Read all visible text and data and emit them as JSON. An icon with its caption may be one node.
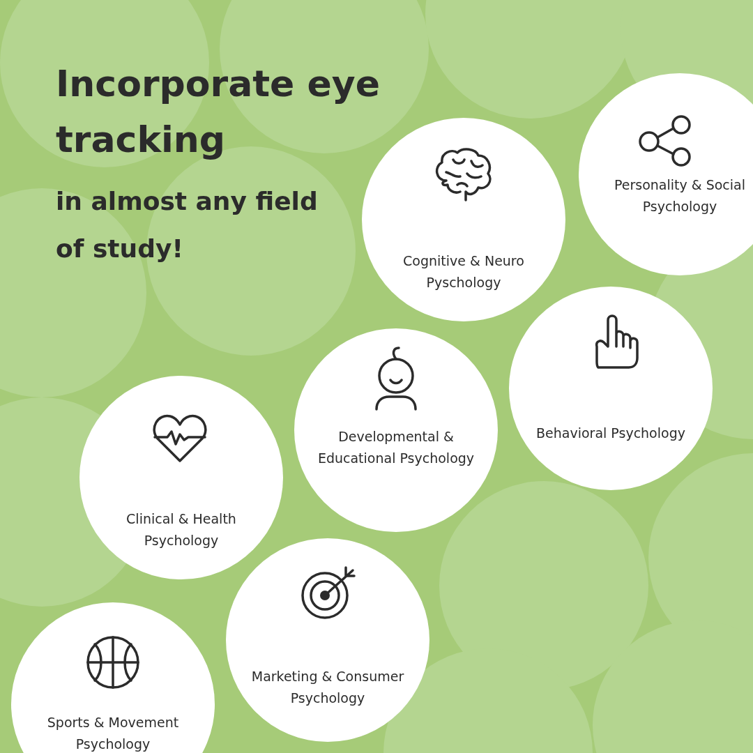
{
  "diagram": {
    "title": "Incorporate eye tracking",
    "nodes": [
      {
        "text": [
          "Personality & Social Psychology"
        ]
      },
      {
        "text": [
          "Cognitive & Neuro Pyschology"
        ]
      },
      {
        "text": [
          "Behavioral Psychology"
        ]
      },
      {
        "text": [
          "Developmental & Educational Psychology"
        ]
      },
      {
        "text": [
          "Clinical & Health Psychology"
        ]
      },
      {
        "text": [
          "Marketing & Consumer Psychology"
        ]
      },
      {
        "text": [
          "Sports & Movement Psychology"
        ]
      }
    ],
    "labels": [
      "in almost any field of study!"
    ]
  }
}
